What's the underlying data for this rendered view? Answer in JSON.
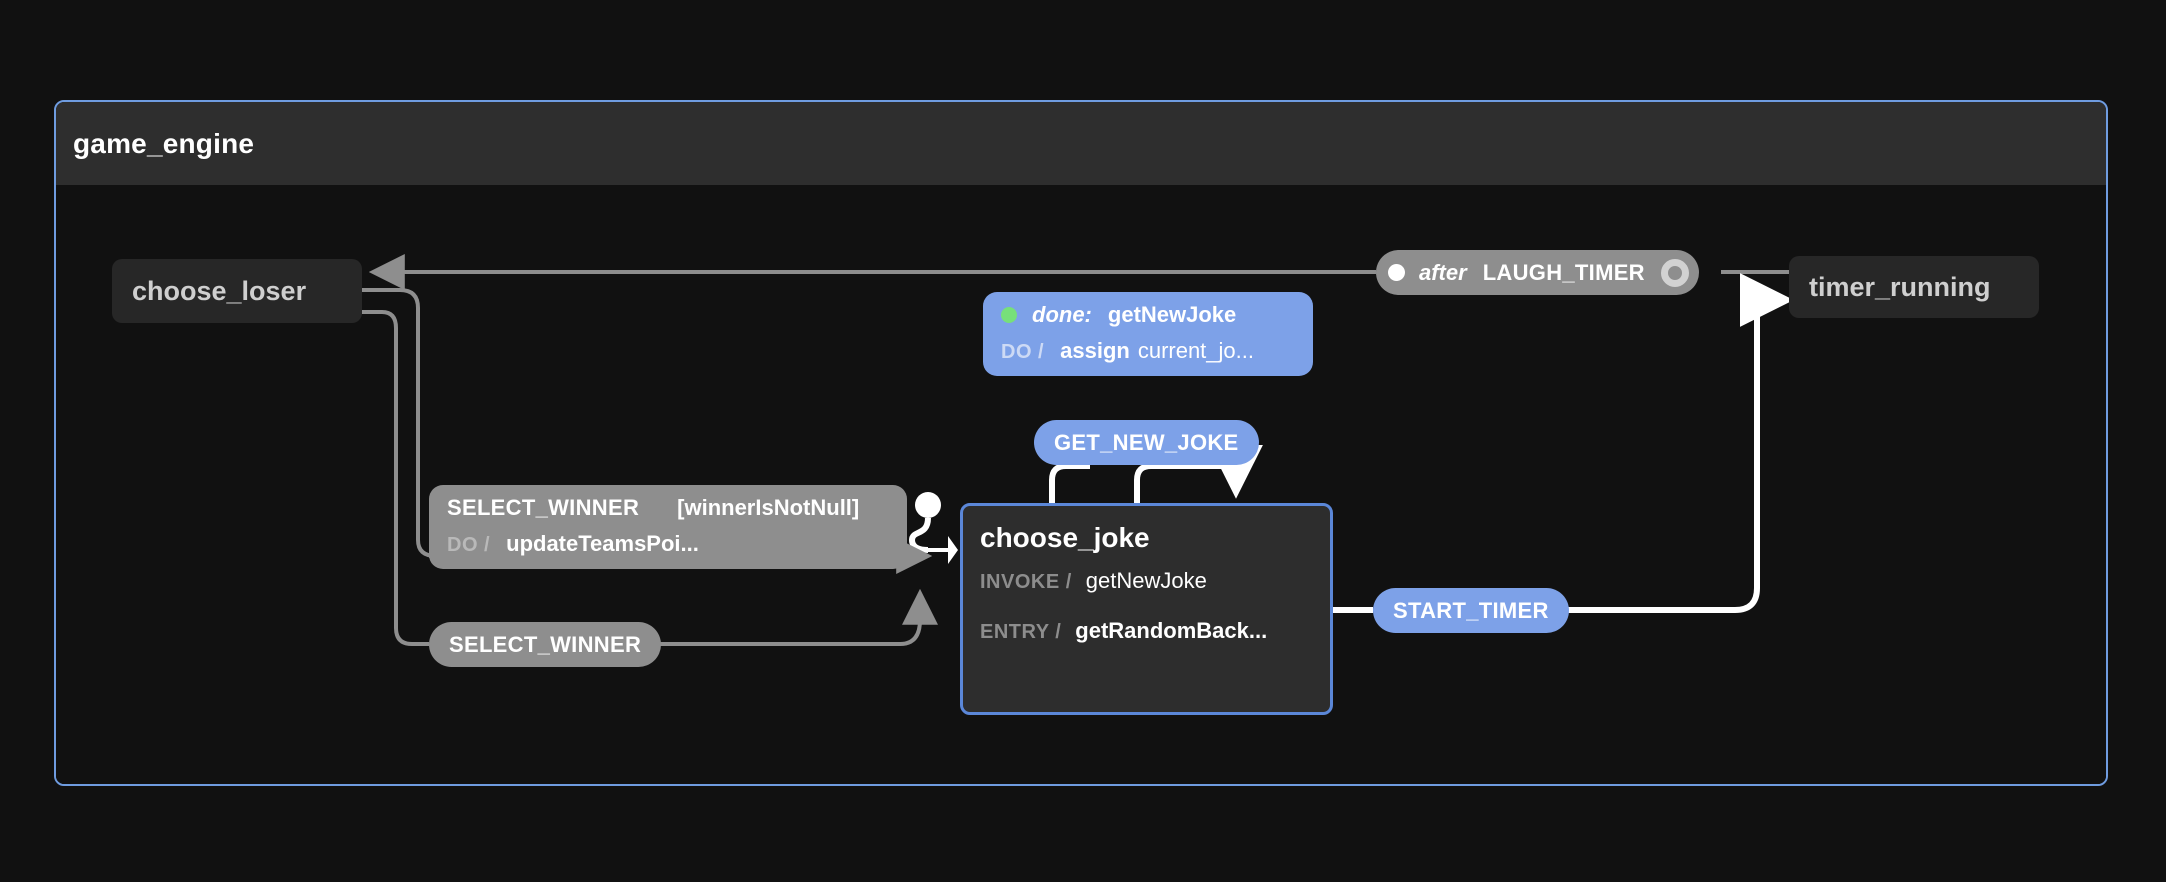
{
  "machine": {
    "title": "game_engine",
    "border_color": "#6f9ce0",
    "header_bg": "#2e2e2e",
    "canvas_bg": "#111111"
  },
  "states": [
    {
      "id": "choose_loser",
      "title": "choose_loser",
      "active": false
    },
    {
      "id": "choose_joke",
      "title": "choose_joke",
      "active": true,
      "rows": [
        {
          "key": "INVOKE /",
          "value": "getNewJoke",
          "bold": false
        },
        {
          "key": "ENTRY /",
          "value": "getRandomBack...",
          "bold": true
        }
      ]
    },
    {
      "id": "timer_running",
      "title": "timer_running",
      "active": false
    }
  ],
  "transitions": {
    "select_winner_guarded": {
      "event": "SELECT_WINNER",
      "guard": "[winnerIsNotNull]",
      "action_key": "DO /",
      "action_value": "updateTeamsPoi...",
      "color": "#8e8e8e"
    },
    "select_winner": {
      "event": "SELECT_WINNER",
      "color": "#8e8e8e"
    },
    "get_new_joke": {
      "event": "GET_NEW_JOKE",
      "color": "#7da1e8"
    },
    "start_timer": {
      "event": "START_TIMER",
      "color": "#7da1e8"
    },
    "done_invocation": {
      "marker": "done-dot",
      "keyword": "done:",
      "source": "getNewJoke",
      "action_key": "DO /",
      "action_bold": "assign",
      "action_plain": "current_jo...",
      "color": "#7da1e8",
      "dot_color": "#77e07a"
    },
    "after_laugh_timer": {
      "marker": "event-dot",
      "keyword": "after",
      "event": "LAUGH_TIMER",
      "end_icon": "timer-ring-icon",
      "color": "#8e8e8e"
    }
  }
}
